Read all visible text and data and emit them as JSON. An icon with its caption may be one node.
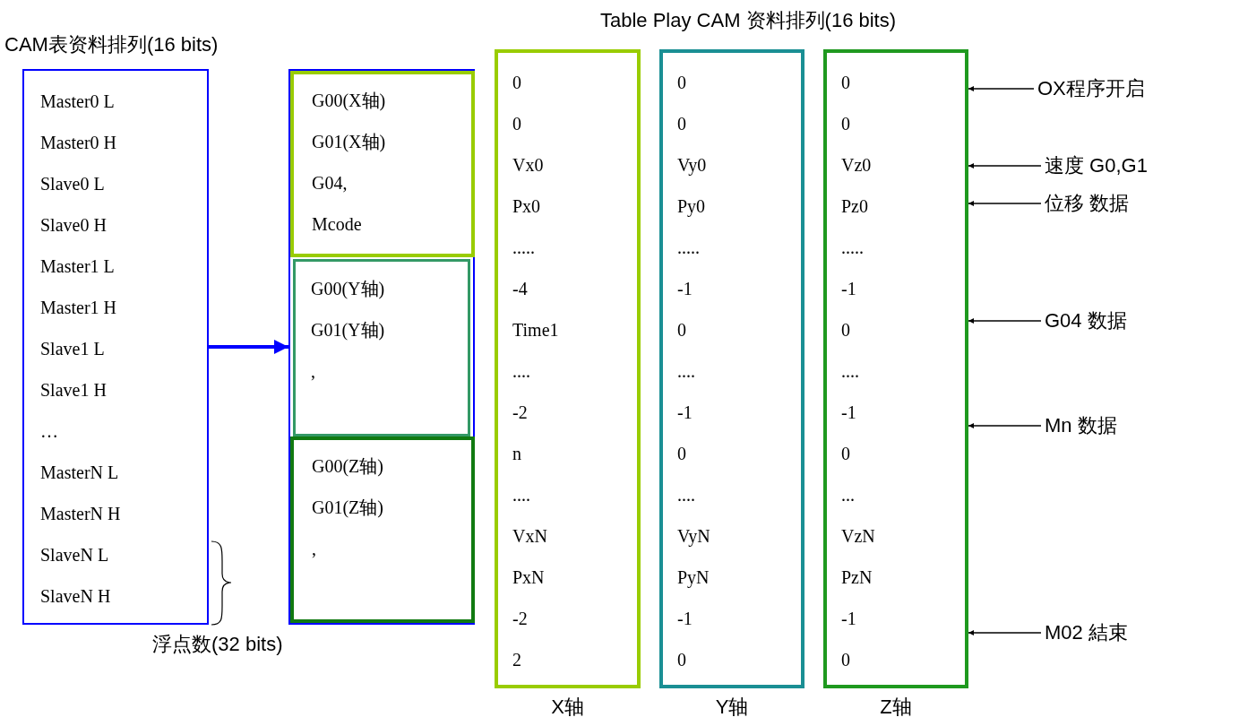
{
  "diagram": {
    "title": "Table Play CAM 资料排列(16 bits)",
    "nodes": [
      {
        "text": [
          "CAM表资料排列(16 bits)",
          "Master0 L",
          "Master0 H",
          "Slave0 L",
          "Slave0 H",
          "Master1 L",
          "Master1 H",
          "Slave1 L",
          "Slave1 H",
          "…",
          "MasterN L",
          "MasterN H",
          "SlaveN L",
          "SlaveN H"
        ]
      },
      {
        "text": [],
        "shape": "box"
      },
      {
        "text": [
          "G00(X轴)",
          "G01(X轴)",
          "G04,",
          "Mcode"
        ],
        "in": 1
      },
      {
        "text": [
          "G00(Y轴)",
          "G01(Y轴)",
          ","
        ],
        "in": 1
      },
      {
        "text": [
          "G00(Z轴)",
          "G01(Z轴)",
          ","
        ],
        "in": 1
      },
      {
        "text": [
          "0",
          "0",
          "Vx0",
          "Px0",
          ".....",
          "-4",
          "Time1",
          "....",
          "-2",
          "n",
          "....",
          "VxN",
          "PxN",
          "-2",
          "2",
          "X轴"
        ]
      },
      {
        "text": [
          "0",
          "0",
          "Vy0",
          "Py0",
          ".....",
          "-1",
          "0",
          "....",
          "-1",
          "0",
          "....",
          "VyN",
          "PyN",
          "-1",
          "0",
          "Y轴"
        ]
      },
      {
        "text": [
          "0",
          "0",
          "Vz0",
          "Pz0",
          ".....",
          "-1",
          "0",
          "....",
          "-1",
          "0",
          "...",
          "VzN",
          "PzN",
          "-1",
          "0",
          "Z轴"
        ]
      },
      {
        "text": [
          "OX程序开启"
        ]
      },
      {
        "text": [
          "速度 G0,G1"
        ]
      },
      {
        "text": [
          "位移 数据"
        ]
      },
      {
        "text": [
          "G04 数据"
        ]
      },
      {
        "text": [
          "Mn 数据"
        ]
      },
      {
        "text": [
          "M02 結束"
        ]
      }
    ],
    "edges": [
      {
        "from": 0,
        "to": 1,
        "arrow": "to",
        "style": "thick",
        "color": "#0000ff"
      },
      {
        "from": 8,
        "to": 7,
        "arrow": "to"
      },
      {
        "from": 9,
        "to": 7,
        "arrow": "to"
      },
      {
        "from": 10,
        "to": 7,
        "arrow": "to"
      },
      {
        "from": 11,
        "to": 7,
        "arrow": "to"
      },
      {
        "from": 12,
        "to": 7,
        "arrow": "to"
      },
      {
        "from": 13,
        "to": 7,
        "arrow": "to"
      }
    ],
    "labels": [
      "浮点数(32 bits)"
    ]
  }
}
